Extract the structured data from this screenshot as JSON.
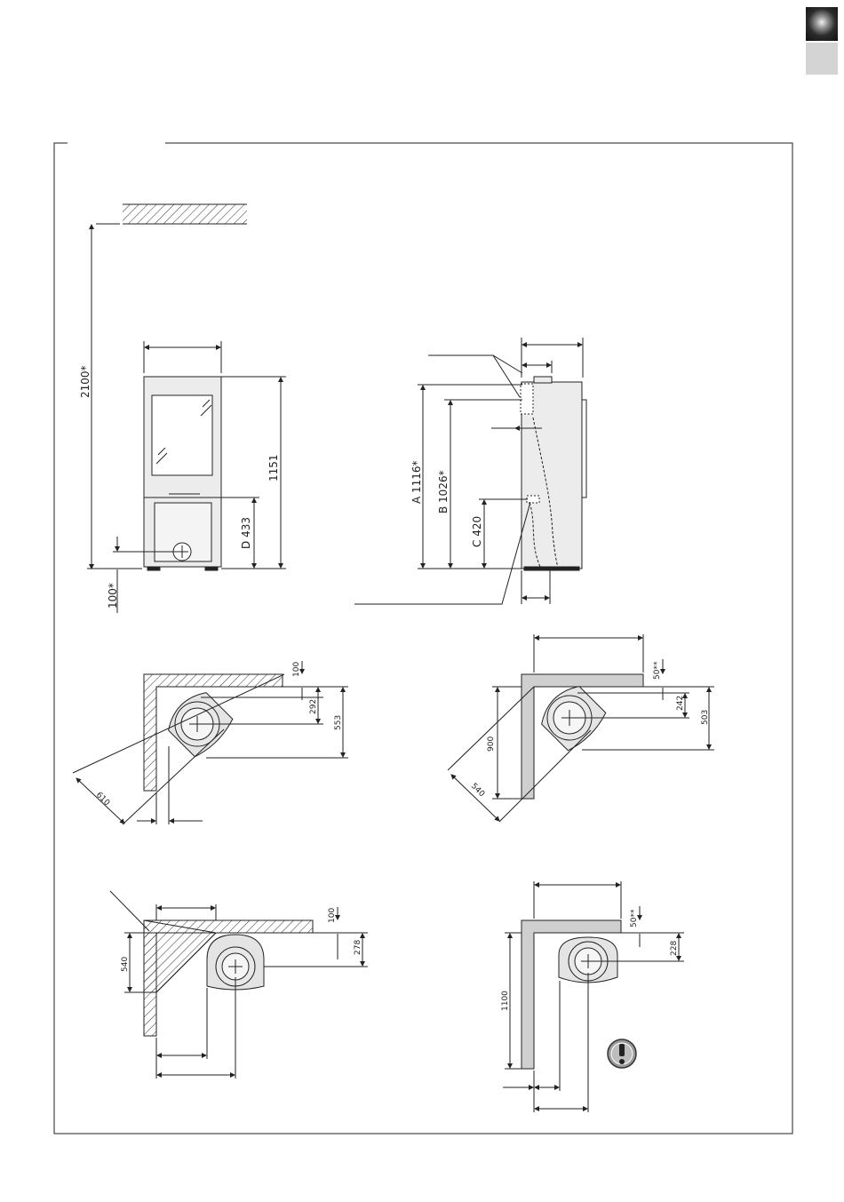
{
  "dims": {
    "front_total_height": "2100*",
    "floor_clearance": "100*",
    "stove_height": "1151",
    "connection_height_d": "D 433",
    "side_a": "A 1116*",
    "side_b": "B 1026*",
    "side_c": "C 420",
    "corner1_back": "100",
    "corner1_mid": "292",
    "corner1_outer": "553",
    "corner1_diag": "610",
    "corner2_back": "50**",
    "corner2_mid": "242",
    "corner2_outer": "503",
    "corner2_side": "900",
    "corner2_diag": "540",
    "corner3_back": "100",
    "corner3_mid": "278",
    "corner3_side": "540",
    "corner4_back": "50**",
    "corner4_mid": "228",
    "corner4_side": "1100"
  },
  "icons": {
    "warning": "exclamation-icon",
    "section_tab": "sphere-tab-icon"
  }
}
